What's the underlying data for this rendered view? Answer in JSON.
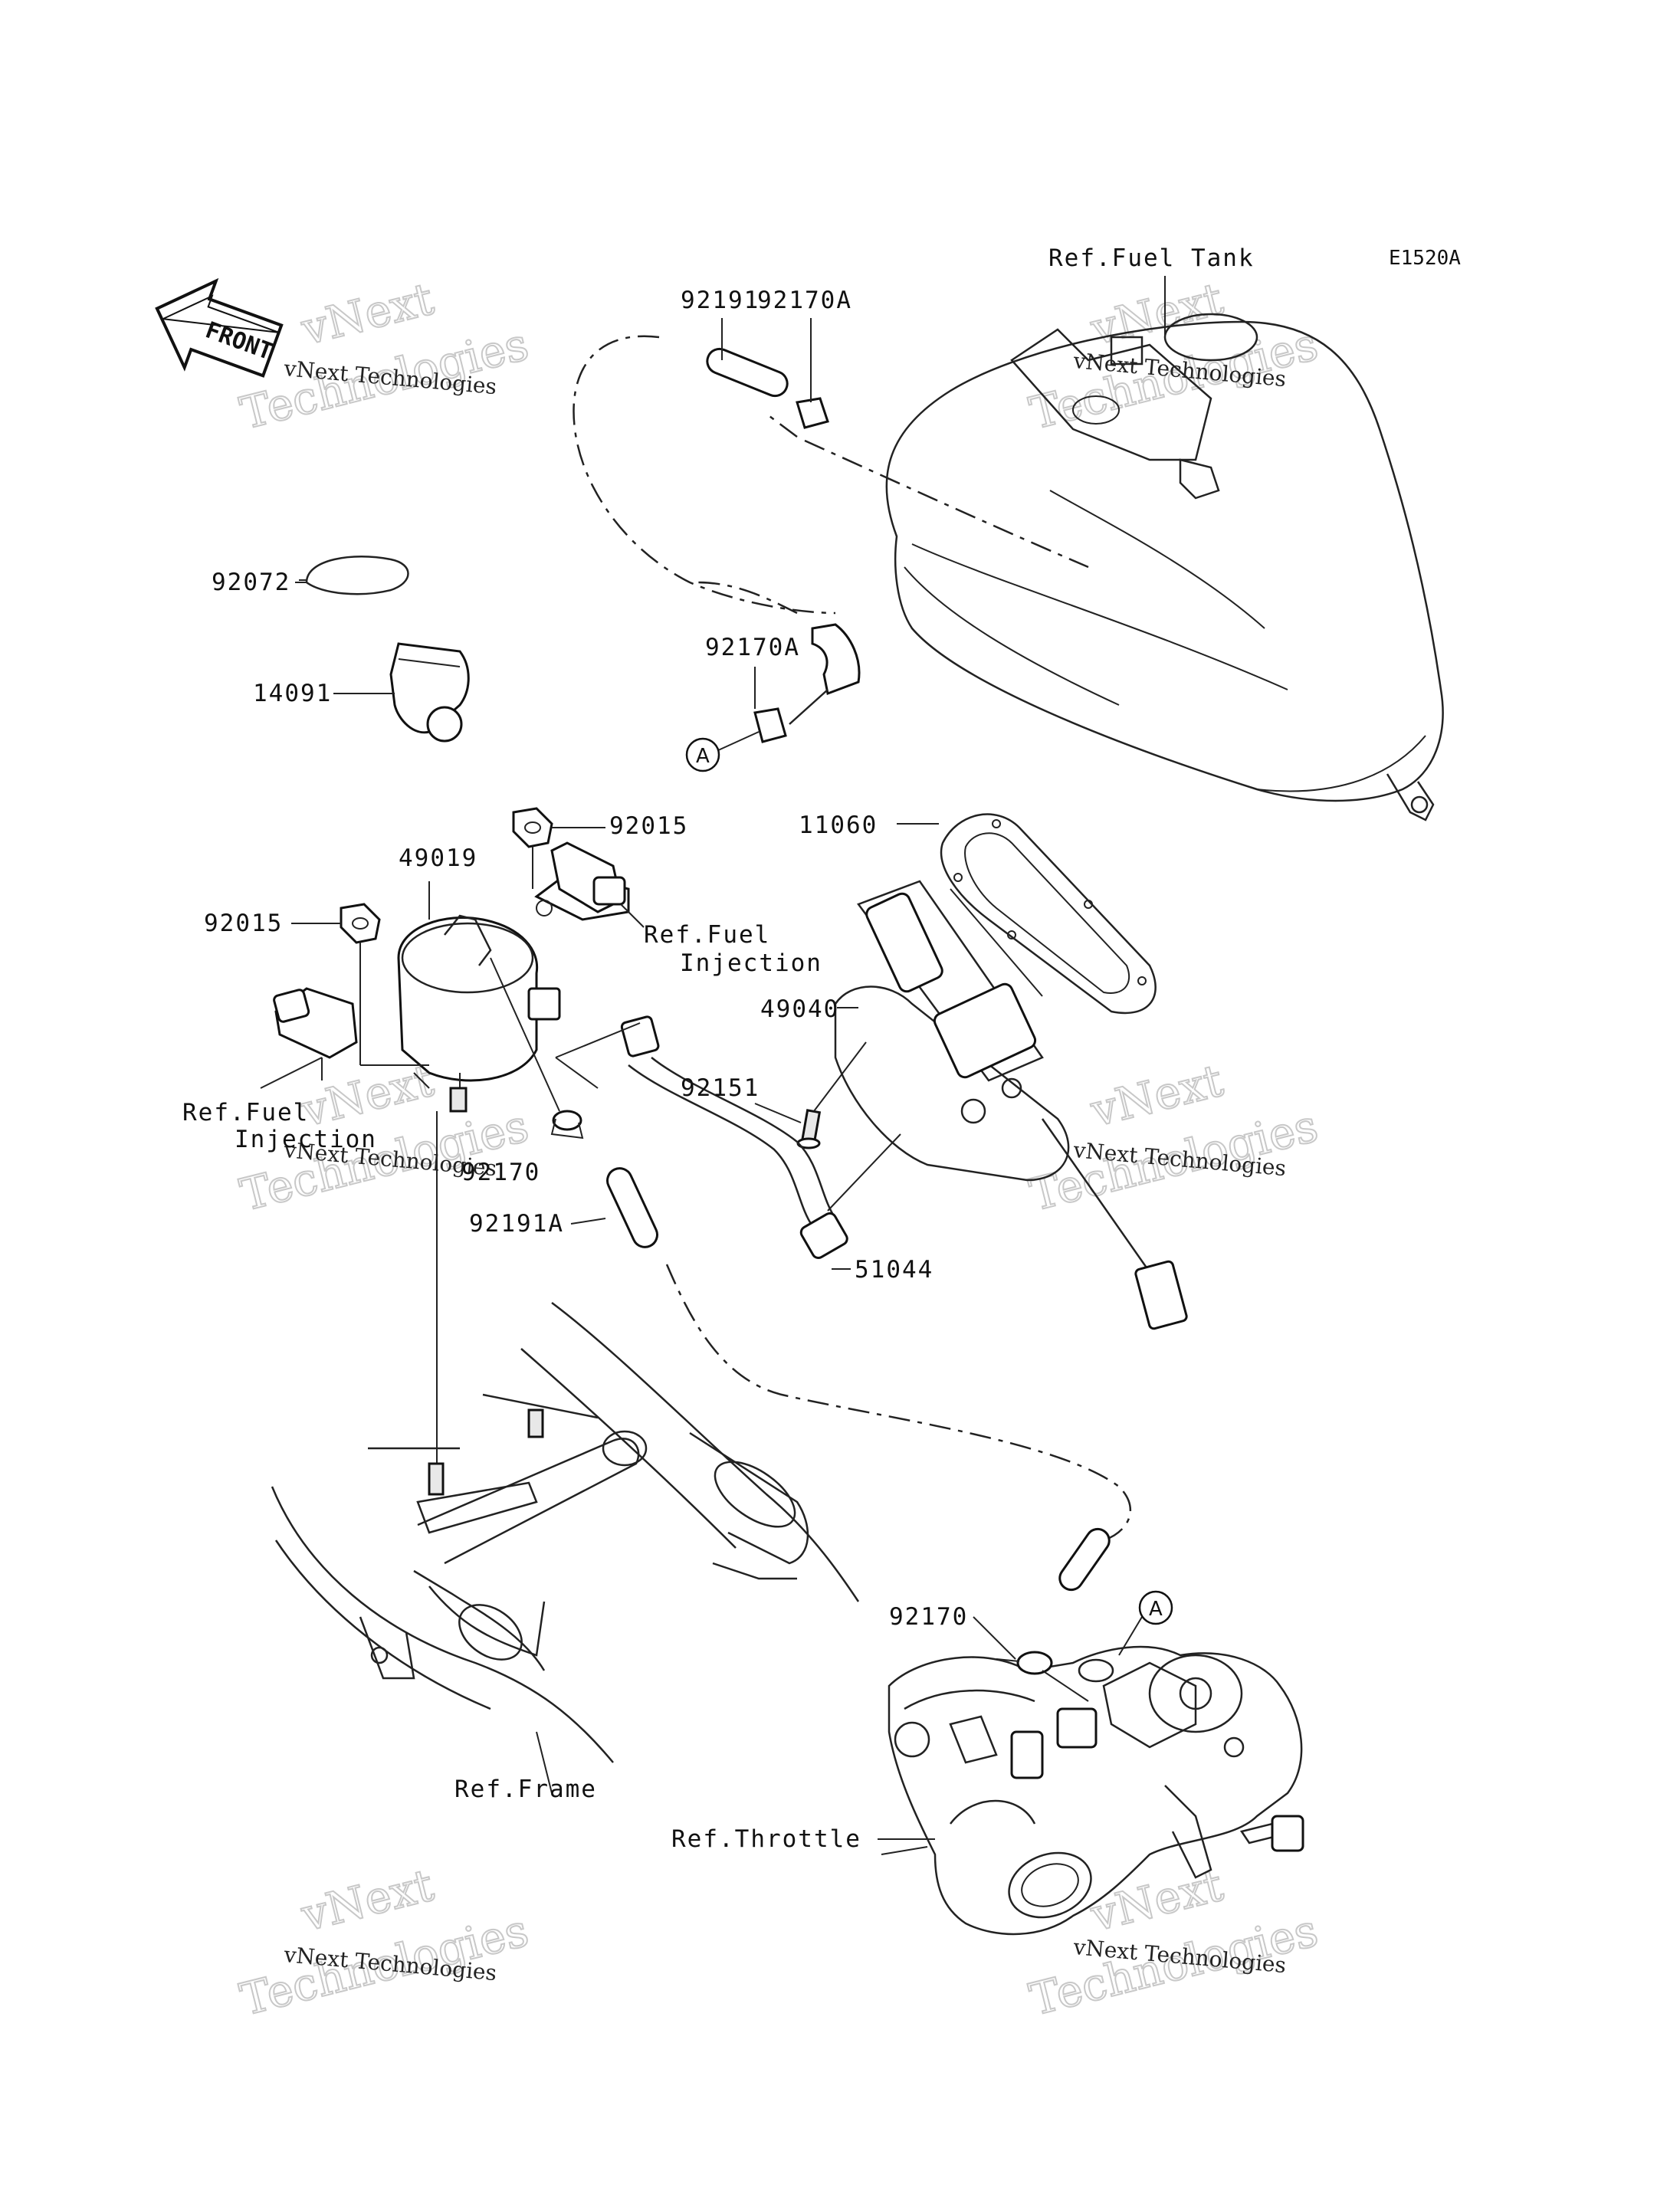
{
  "diagram_code": "E1520A",
  "front_arrow": "FRONT",
  "callouts": [
    {
      "id": "ref-fuel-tank",
      "text": "Ref.Fuel Tank"
    },
    {
      "id": "p92191",
      "text": "92191"
    },
    {
      "id": "p92170a-top",
      "text": "92170A"
    },
    {
      "id": "p92072",
      "text": "92072"
    },
    {
      "id": "p14091",
      "text": "14091"
    },
    {
      "id": "p92170a-mid",
      "text": "92170A"
    },
    {
      "id": "p92015-right",
      "text": "92015"
    },
    {
      "id": "p11060",
      "text": "11060"
    },
    {
      "id": "p49019",
      "text": "49019"
    },
    {
      "id": "p92015-left",
      "text": "92015"
    },
    {
      "id": "ref-fuel-injection-right-1",
      "text": "Ref.Fuel"
    },
    {
      "id": "ref-fuel-injection-right-2",
      "text": "Injection"
    },
    {
      "id": "p49040",
      "text": "49040"
    },
    {
      "id": "p92151",
      "text": "92151"
    },
    {
      "id": "ref-fuel-injection-left-1",
      "text": "Ref.Fuel"
    },
    {
      "id": "ref-fuel-injection-left-2",
      "text": "Injection"
    },
    {
      "id": "p92170-mid",
      "text": "92170"
    },
    {
      "id": "p92191a",
      "text": "92191A"
    },
    {
      "id": "p51044",
      "text": "51044"
    },
    {
      "id": "p92170-bottom",
      "text": "92170"
    },
    {
      "id": "ref-frame",
      "text": "Ref.Frame"
    },
    {
      "id": "ref-throttle",
      "text": "Ref.Throttle"
    }
  ],
  "connection_markers": [
    "A",
    "A"
  ],
  "watermark": {
    "line1": "vNext Technologies",
    "line2": "vNext",
    "line3": "Technologies"
  }
}
